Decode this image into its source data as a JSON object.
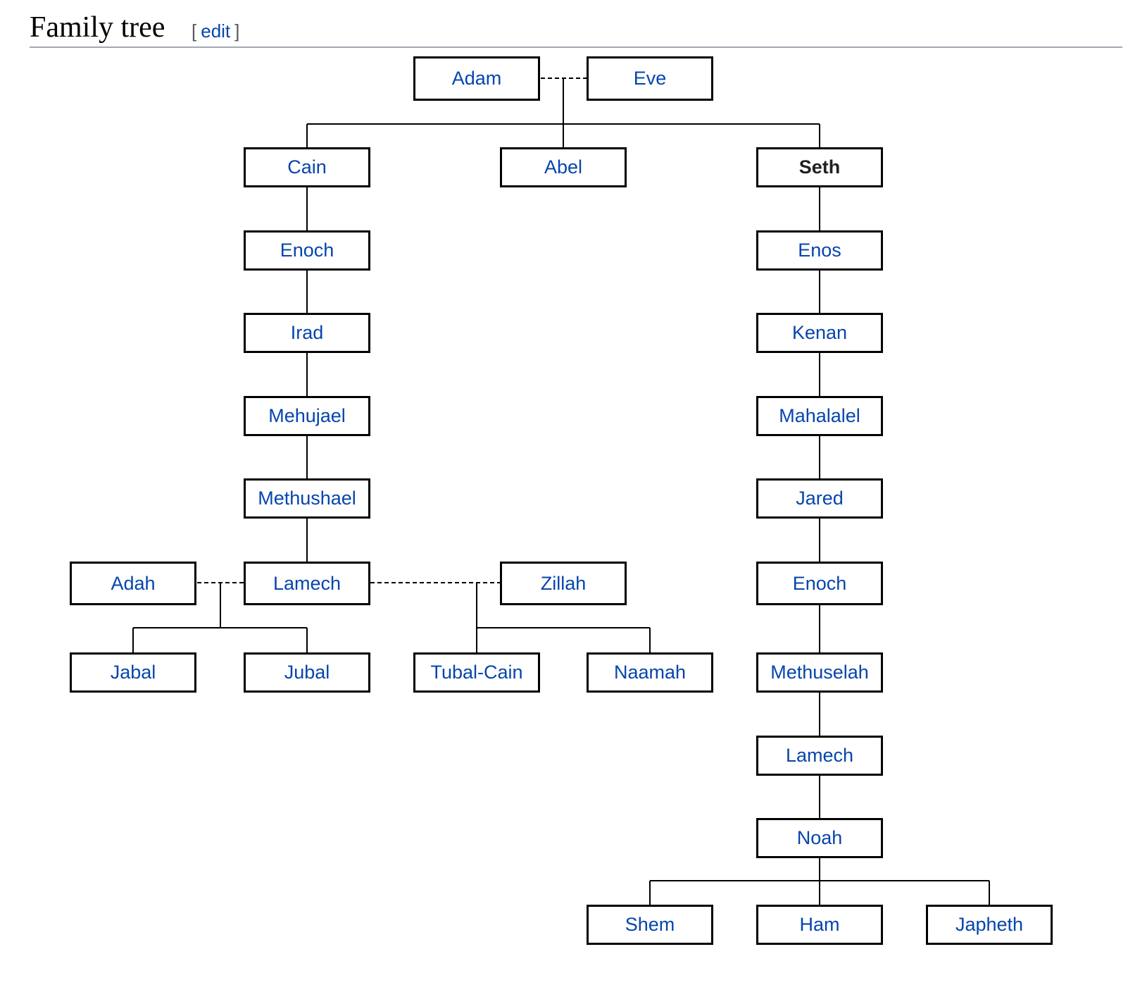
{
  "heading": {
    "title": "Family tree",
    "edit_open": "[",
    "edit_label": "edit",
    "edit_close": "]"
  },
  "tree": {
    "adam": "Adam",
    "eve": "Eve",
    "cain": "Cain",
    "abel": "Abel",
    "seth": "Seth",
    "enoch_cain": "Enoch",
    "irad": "Irad",
    "mehujael": "Mehujael",
    "methushael": "Methushael",
    "adah": "Adah",
    "lamech_cain": "Lamech",
    "zillah": "Zillah",
    "jabal": "Jabal",
    "jubal": "Jubal",
    "tubal_cain": "Tubal-Cain",
    "naamah": "Naamah",
    "enos": "Enos",
    "kenan": "Kenan",
    "mahalalel": "Mahalalel",
    "jared": "Jared",
    "enoch_seth": "Enoch",
    "methuselah": "Methuselah",
    "lamech_seth": "Lamech",
    "noah": "Noah",
    "shem": "Shem",
    "ham": "Ham",
    "japheth": "Japheth"
  }
}
